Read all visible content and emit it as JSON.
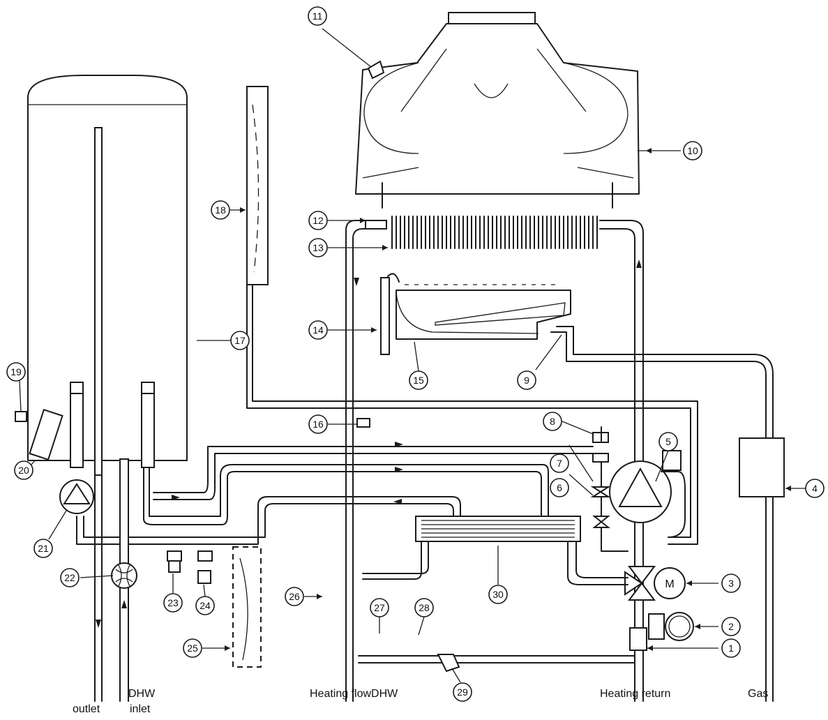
{
  "callouts": [
    {
      "id": "1",
      "text": "1"
    },
    {
      "id": "2",
      "text": "2"
    },
    {
      "id": "3",
      "text": "3"
    },
    {
      "id": "4",
      "text": "4"
    },
    {
      "id": "5",
      "text": "5"
    },
    {
      "id": "6",
      "text": "6"
    },
    {
      "id": "7",
      "text": "7"
    },
    {
      "id": "8",
      "text": "8"
    },
    {
      "id": "9",
      "text": "9"
    },
    {
      "id": "10",
      "text": "10"
    },
    {
      "id": "11",
      "text": "11"
    },
    {
      "id": "12",
      "text": "12"
    },
    {
      "id": "13",
      "text": "13"
    },
    {
      "id": "14",
      "text": "14"
    },
    {
      "id": "15",
      "text": "15"
    },
    {
      "id": "16",
      "text": "16"
    },
    {
      "id": "17",
      "text": "17"
    },
    {
      "id": "18",
      "text": "18"
    },
    {
      "id": "19",
      "text": "19"
    },
    {
      "id": "20",
      "text": "20"
    },
    {
      "id": "21",
      "text": "21"
    },
    {
      "id": "22",
      "text": "22"
    },
    {
      "id": "23",
      "text": "23"
    },
    {
      "id": "24",
      "text": "24"
    },
    {
      "id": "25",
      "text": "25"
    },
    {
      "id": "26",
      "text": "26"
    },
    {
      "id": "27",
      "text": "27"
    },
    {
      "id": "28",
      "text": "28"
    },
    {
      "id": "29",
      "text": "29"
    },
    {
      "id": "30",
      "text": "30"
    }
  ],
  "labels": {
    "outlet": "outlet",
    "dhw": "DHW",
    "inlet": "inlet",
    "heating_flow": "Heating flowDHW",
    "heating_return": "Heating return",
    "gas": "Gas"
  },
  "motor_symbol": "M"
}
